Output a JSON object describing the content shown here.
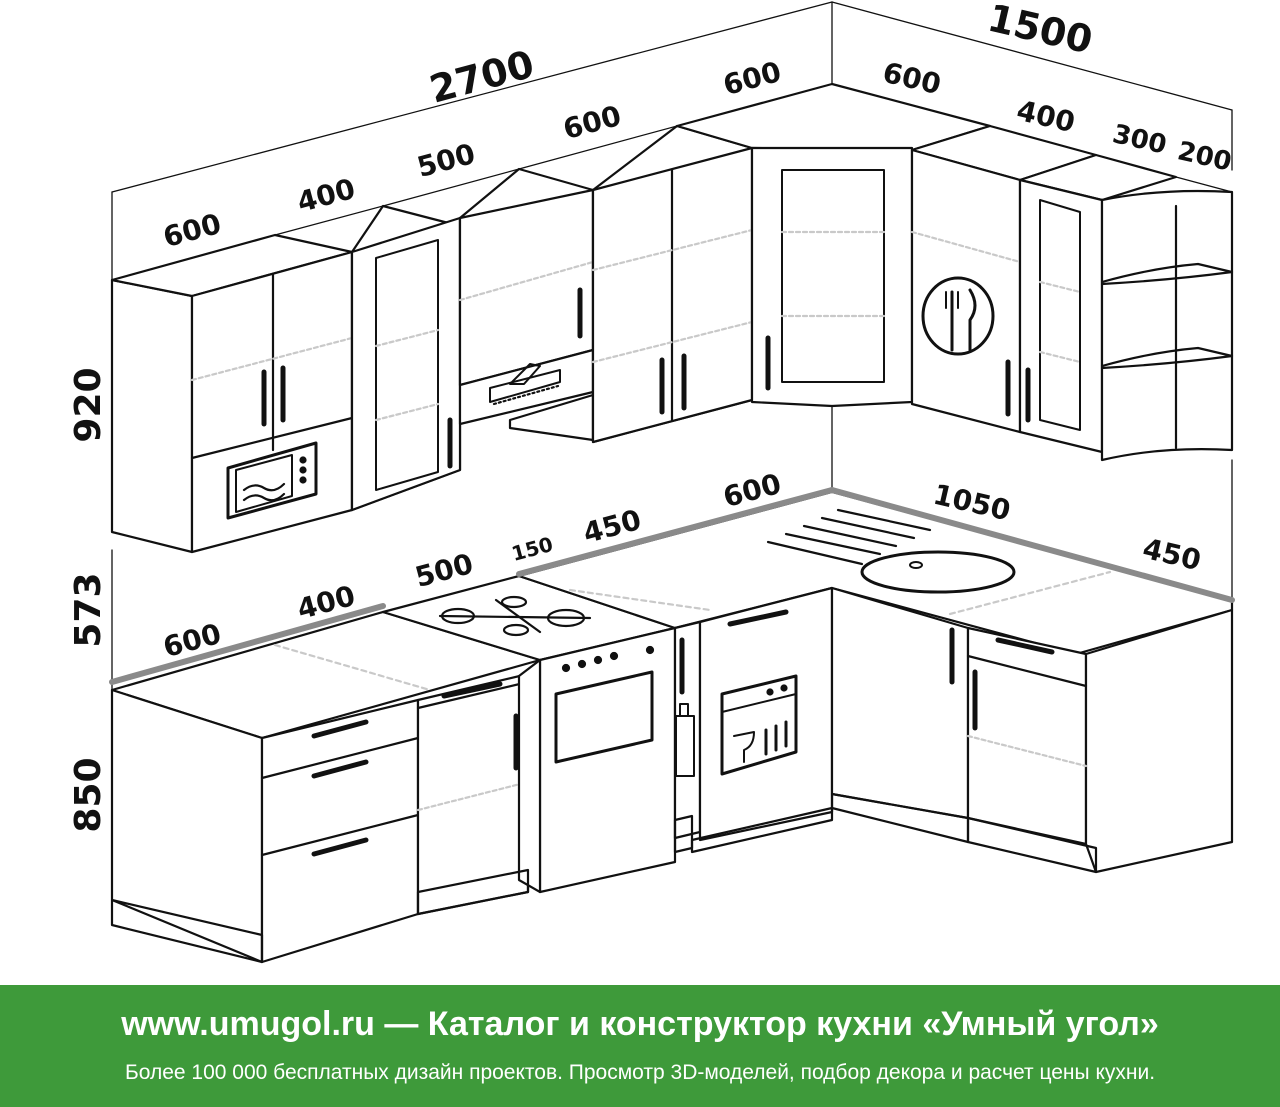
{
  "colors": {
    "line": "#111111",
    "dashed": "#c9c9c9",
    "countertop_edge": "#8a8a8a",
    "banner_background": "#3e9a3a",
    "banner_text": "#ffffff"
  },
  "dimensions": {
    "heights": {
      "upper": "920",
      "gap": "573",
      "lower": "850"
    },
    "overall": {
      "left_wall": "2700",
      "right_wall": "1500"
    },
    "upper_left": [
      "600",
      "400",
      "500",
      "600",
      "600"
    ],
    "upper_right": [
      "600",
      "400",
      "300",
      "200"
    ],
    "lower_left": [
      "600",
      "400",
      "500",
      "150",
      "450",
      "600"
    ],
    "lower_right": [
      "1050",
      "450"
    ]
  },
  "icons": [
    "microwave-icon",
    "range-hood-icon",
    "cutlery-plate-icon",
    "gas-hob-icon",
    "oven-icon",
    "dishwasher-icon",
    "sink-icon",
    "bottle-icon"
  ],
  "banner": {
    "title": "www.umugol.ru — Каталог и конструктор кухни «Умный угол»",
    "subtitle": "Более 100 000 бесплатных дизайн проектов. Просмотр 3D-моделей, подбор декора и расчет цены кухни."
  }
}
